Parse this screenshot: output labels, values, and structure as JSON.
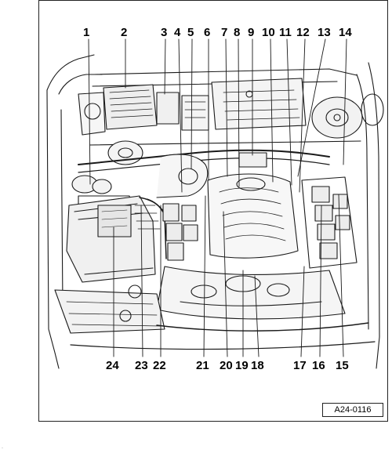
{
  "diagram": {
    "callouts_top": [
      "1",
      "2",
      "3",
      "4",
      "5",
      "6",
      "7",
      "8",
      "9",
      "10",
      "11",
      "12",
      "13",
      "14"
    ],
    "callouts_bottom": [
      "24",
      "23",
      "22",
      "21",
      "20",
      "19",
      "18",
      "17",
      "16",
      "15"
    ],
    "figure_id": "A24-0116"
  }
}
